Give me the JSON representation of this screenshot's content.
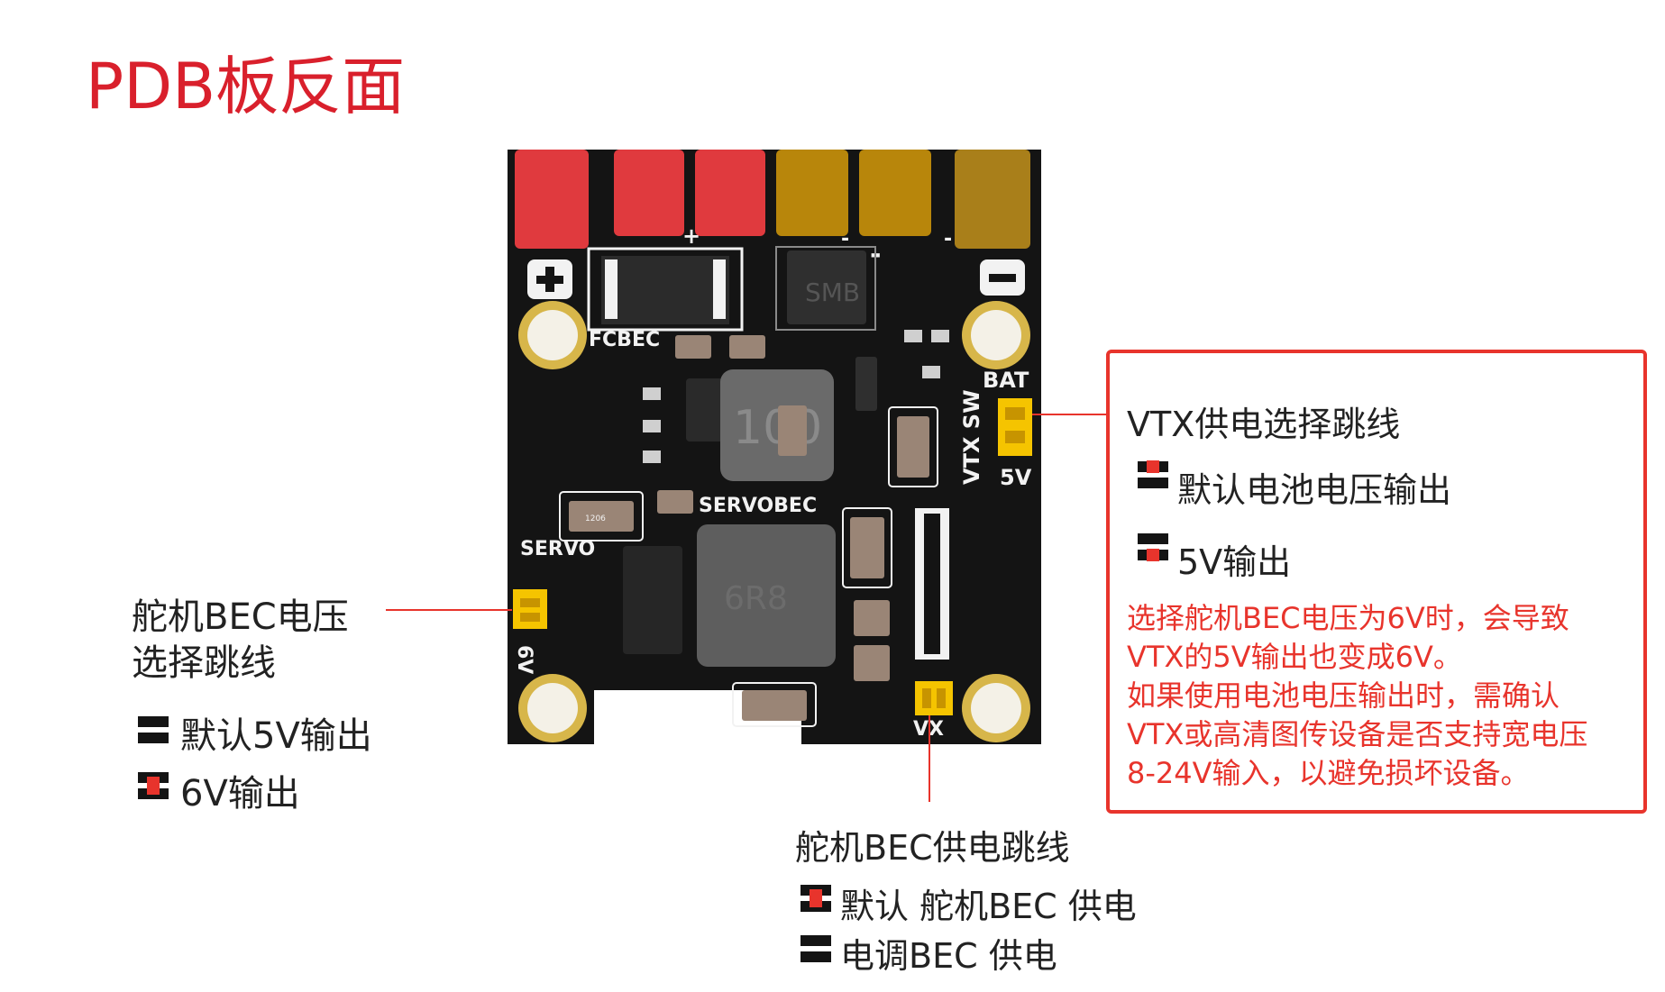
{
  "title": "PDB板反面",
  "board": {
    "silkscreen": {
      "fcbec": "FCBEC",
      "servobec": "SERVOBEC",
      "servo": "SERVO",
      "vtx_sw": "VTX SW",
      "bat": "BAT",
      "five_v": "5V",
      "six_v": "6V",
      "vx": "VX",
      "smb": "SMB",
      "inductor_top": "100",
      "inductor_bottom": "6R8",
      "smd_code": "1206"
    }
  },
  "servo_voltage": {
    "heading_line1": "舵机BEC电压",
    "heading_line2": "选择跳线",
    "options": [
      "默认5V输出",
      "6V输出"
    ]
  },
  "servo_power": {
    "heading": "舵机BEC供电跳线",
    "options": [
      "默认 舵机BEC 供电",
      "电调BEC 供电"
    ]
  },
  "vtx_power": {
    "heading": "VTX供电选择跳线",
    "options": [
      "默认电池电压输出",
      "5V输出"
    ],
    "warning": [
      "选择舵机BEC电压为6V时，会导致",
      "VTX的5V输出也变成6V。",
      "如果使用电池电压输出时，需确认",
      "VTX或高清图传设备是否支持宽电压",
      "8-24V输入，以避免损坏设备。"
    ]
  },
  "colors": {
    "accent_red": "#e8342c",
    "title_red": "#d9202c",
    "pcb_black": "#141414",
    "pad_red": "#e03a3e",
    "pad_gold": "#b8860b",
    "jumper_yellow": "#f5c400"
  }
}
